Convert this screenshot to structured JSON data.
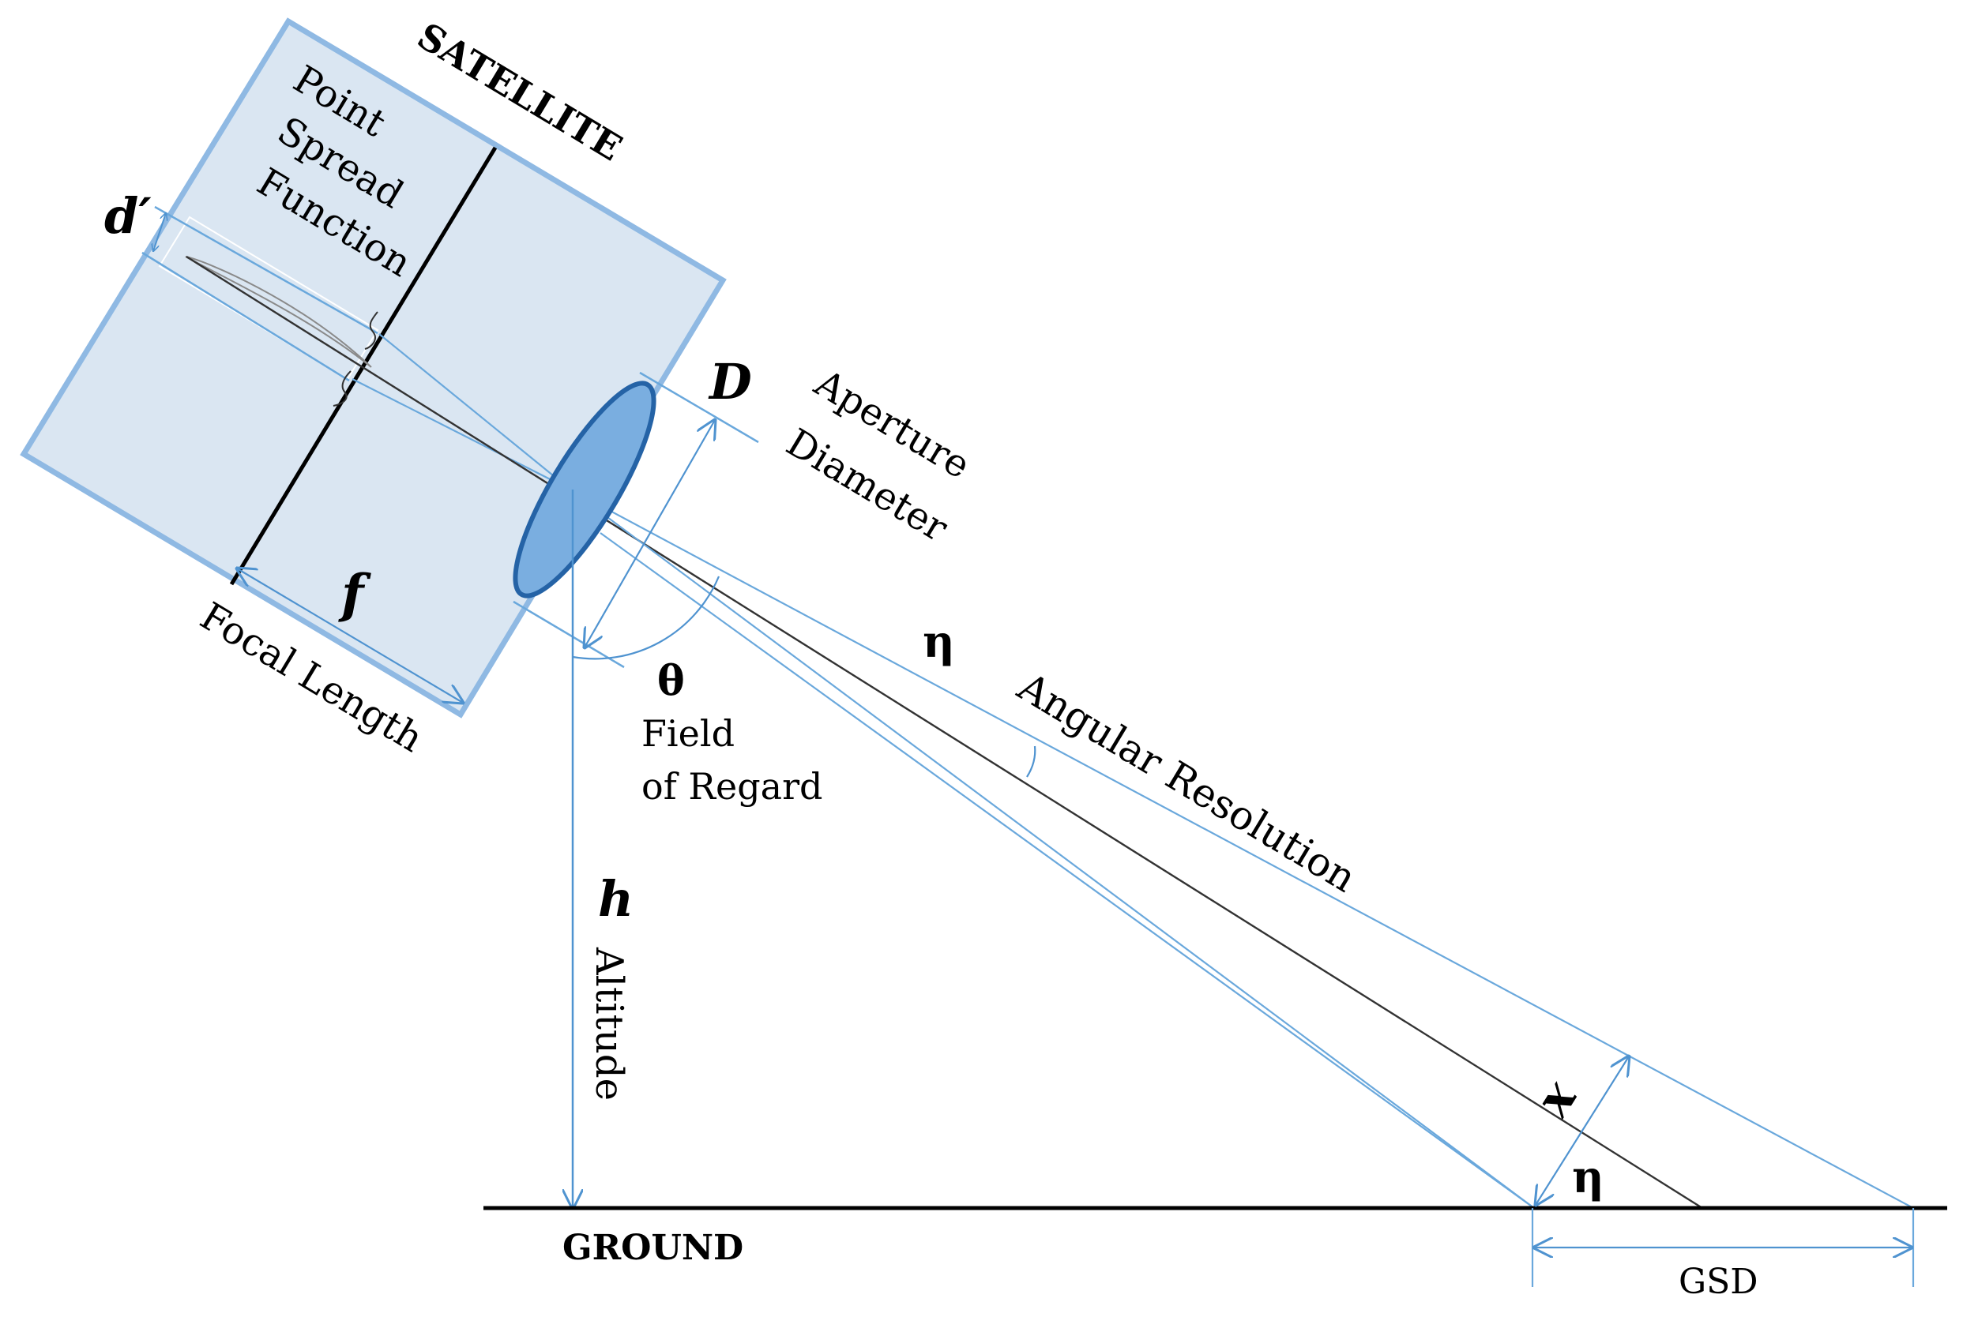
{
  "labels": {
    "satellite": "SATELLITE",
    "psf_line1": "Point",
    "psf_line2": "Spread",
    "psf_line3": "Function",
    "d_prime": "d′",
    "D": "D",
    "aperture_line1": "Aperture",
    "aperture_line2": "Diameter",
    "f": "f",
    "focal_length": "Focal Length",
    "theta": "θ",
    "field_line1": "Field",
    "field_line2": "of Regard",
    "eta_top": "η",
    "angular_resolution": "Angular Resolution",
    "h": "h",
    "altitude": "Altitude",
    "x": "x",
    "eta_bottom": "η",
    "ground": "GROUND",
    "gsd": "GSD"
  },
  "colors": {
    "satellite_fill": "#dae6f2",
    "satellite_stroke": "#8fb9e3",
    "lens_fill": "#7aaee0",
    "lens_stroke": "#2563a6",
    "ray_blue": "#6aa8dc",
    "ray_dark": "#333333",
    "ground": "#000000",
    "text": "#000000"
  }
}
